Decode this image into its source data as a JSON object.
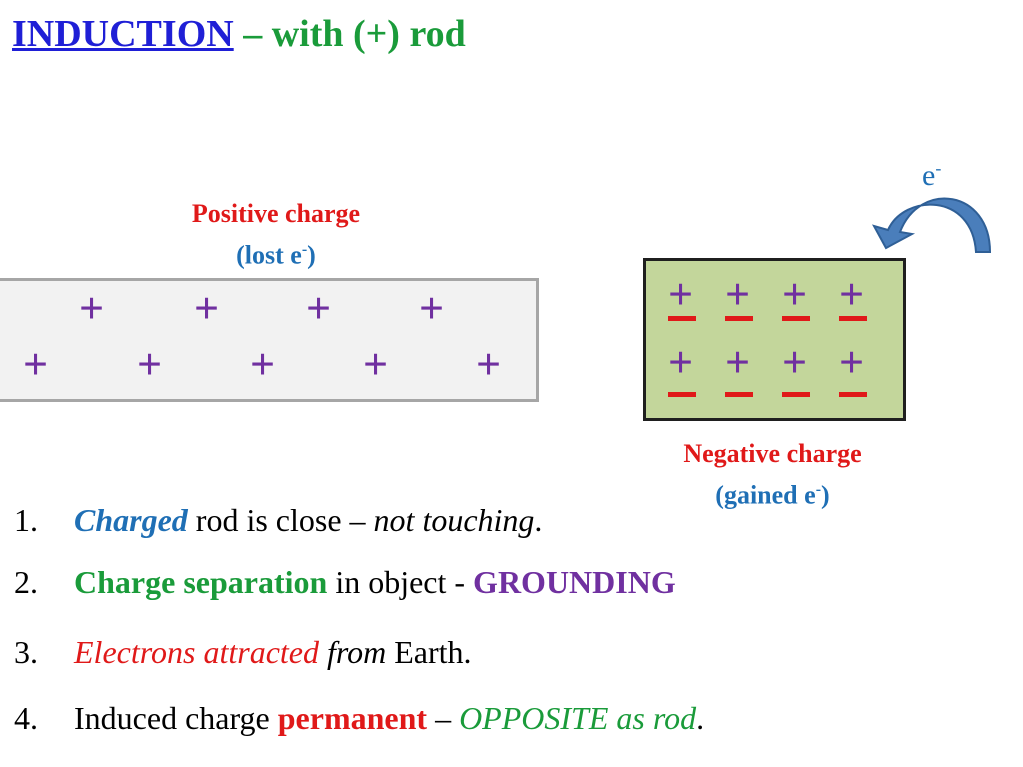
{
  "title": {
    "main": "INDUCTION",
    "rest": " – with (+) rod"
  },
  "rod": {
    "label_line1": "Positive charge",
    "label_line2_pre": "(lost e",
    "label_line2_sup": "-",
    "label_line2_post": ")",
    "symbol": "+"
  },
  "object": {
    "label_line1": "Negative charge",
    "label_line2_pre": "(gained e",
    "label_line2_sup": "-",
    "label_line2_post": ")",
    "symbol": "+"
  },
  "electron": {
    "base": "e",
    "sup": "-"
  },
  "list": [
    {
      "num": "1.",
      "a": "Charged",
      "b": " rod is close – ",
      "c": "not touching",
      "d": "."
    },
    {
      "num": "2.",
      "a": "Charge separation",
      "b": " in object - ",
      "c": "GROUNDING"
    },
    {
      "num": "3.",
      "a": "Electrons attracted",
      "b": " ",
      "c": "from",
      "d": " Earth."
    },
    {
      "num": "4.",
      "a": "Induced charge ",
      "b": "permanent",
      "c": " – ",
      "d": "OPPOSITE as rod",
      "e": "."
    }
  ],
  "colors": {
    "title_blue": "#1f1fd6",
    "green": "#1a9b3a",
    "red": "#e01919",
    "blue": "#1f6fb5",
    "purple": "#7030a0",
    "object_fill": "#c3d69b",
    "rod_fill": "#f2f2f2",
    "arrow_fill": "#4a7ebb"
  }
}
